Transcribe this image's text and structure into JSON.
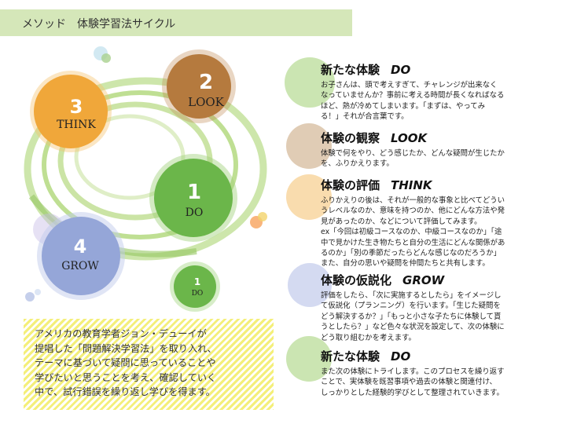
{
  "header": {
    "title": "メソッド　体験学習法サイクル"
  },
  "cycle": {
    "steps": [
      {
        "num": "2",
        "label": "LOOK"
      },
      {
        "num": "3",
        "label": "THINK"
      },
      {
        "num": "1",
        "label": "DO"
      },
      {
        "num": "4",
        "label": "GROW"
      },
      {
        "num": "1",
        "label": "DO"
      }
    ],
    "colors": {
      "look": "#b57a3e",
      "think": "#f0a73a",
      "do": "#6bb64a",
      "grow": "#95a6d8",
      "swirl": "#8cc63f"
    }
  },
  "note": {
    "lines": [
      "アメリカの教育学者ジョン・デューイが",
      "提唱した「問題解決学習法」を取り入れ、",
      "テーマに基づいて疑問に思っていることや",
      "学びたいと思うことを考え、確認していく",
      "中で、試行錯誤を繰り返し学びを得ます。"
    ]
  },
  "sections": [
    {
      "title": "新たな体験",
      "subtitle": "DO",
      "lines": [
        "お子さんは、頭で考えすぎて、チャレンジが出来なく",
        "なっていませんか？事前に考える時間が長くなればなる",
        "ほど、熱が冷めてしまいます。「まずは、やってみ",
        "る！」それが合言葉です。"
      ]
    },
    {
      "title": "体験の観察",
      "subtitle": "LOOK",
      "lines": [
        "体験で何をやり、どう感じたか、どんな疑問が生じたか",
        "を、ふりかえります。"
      ]
    },
    {
      "title": "体験の評価",
      "subtitle": "THINK",
      "lines": [
        "ふりかえりの後は、それが一般的な事象と比べてどうい",
        "うレベルなのか、意味を持つのか、他にどんな方法や発",
        "見があったのか、などについて評価してみます。",
        "ex「今回は初級コースなのか、中級コースなのか」「途",
        "中で見かけた生き物たちと自分の生活にどんな関係があ",
        "るのか」「別の季節だったらどんな感じなのだろうか」",
        "また、自分の思いや疑問を仲間たちと共有します。"
      ]
    },
    {
      "title": "体験の仮説化",
      "subtitle": "GROW",
      "lines": [
        "評価をしたら、「次に実施するとしたら」をイメージし",
        "て仮説化（プランニング）を行います。「生じた疑問を",
        "どう解決するか？」「もっと小さな子たちに体験して貰",
        "うとしたら？」など色々な状況を設定して、次の体験に",
        "どう取り組むかを考えます。"
      ]
    },
    {
      "title": "新たな体験",
      "subtitle": "DO",
      "lines": [
        "また次の体験にトライします。このプロセスを繰り返す",
        "ことで、実体験を既習事項や過去の体験と関連付け、",
        "しっかりとした経験的学びとして整理されていきます。"
      ]
    }
  ]
}
